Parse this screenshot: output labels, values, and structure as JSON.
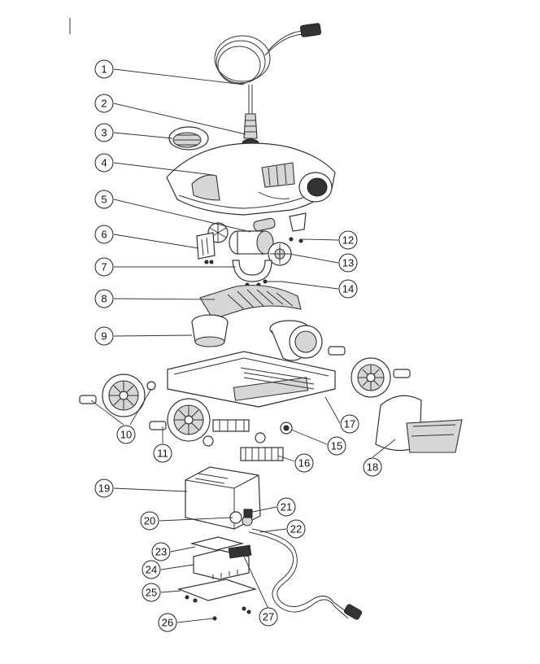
{
  "diagram": {
    "callouts": [
      "1",
      "2",
      "3",
      "4",
      "5",
      "6",
      "7",
      "8",
      "9",
      "10",
      "11",
      "12",
      "13",
      "14",
      "15",
      "16",
      "17",
      "18",
      "19",
      "20",
      "21",
      "22",
      "23",
      "24",
      "25",
      "26",
      "27"
    ]
  },
  "colors": {
    "line": "#333333",
    "fill": "#ffffff",
    "shade": "#d6d6d6"
  }
}
